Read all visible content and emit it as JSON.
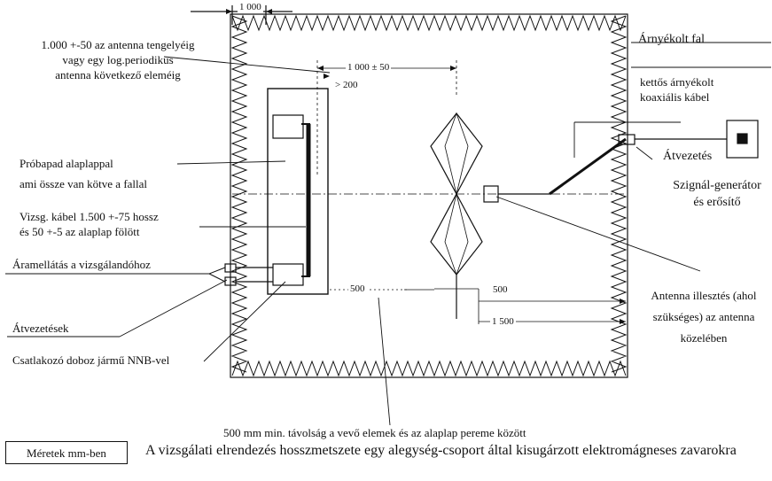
{
  "labels": {
    "antenna_axis": [
      "1.000 +-50 az antenna tengelyéig",
      "vagy egy log.periodikus",
      "antenna következő eleméig"
    ],
    "bench": [
      "Próbapad alaplappal",
      "ami össze van kötve a fallal"
    ],
    "cable": [
      "Vizsg. kábel 1.500 +-75 hossz",
      "és 50 +-5 az alaplap fölött"
    ],
    "power": "Áramellátás a vizsgálandóhoz",
    "feedthroughs": "Átvezetések",
    "connector_box": "Csatlakozó doboz jármű NNB-vel",
    "shielded_wall": "Árnyékolt fal",
    "coax": [
      "kettős árnyékolt",
      "koaxiális kábel"
    ],
    "feedthrough": "Átvezetés",
    "generator": [
      "Szignál-generátor",
      "és erősítő"
    ],
    "matching": [
      "Antenna illesztés (ahol",
      "szükséges) az antenna",
      "közelében"
    ],
    "bottom_note": "500 mm min. távolság a vevő elemek és az alaplap pereme között"
  },
  "dimensions": {
    "top_1000": "1 000",
    "antenna_distance": "1 000 ± 50",
    "gt_200": "> 200",
    "d500_left": "500",
    "d500_right": "500",
    "d1500": "1 500"
  },
  "legend": "Méretek mm-ben",
  "caption": "A vizsgálati elrendezés hosszmetszete egy alegység-csoport által kisugárzott elektromágneses zavarokra"
}
